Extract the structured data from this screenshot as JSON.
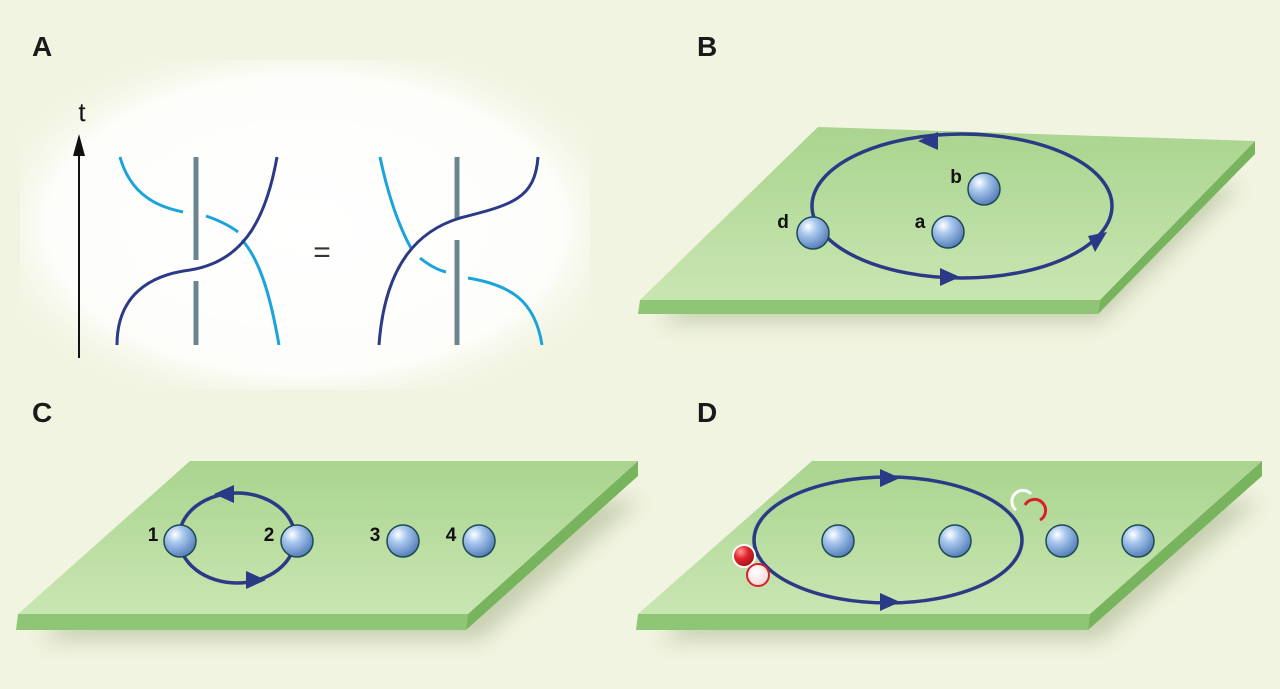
{
  "panels": {
    "A": {
      "letter": "A",
      "axis_label": "t",
      "equals_sign": "="
    },
    "B": {
      "letter": "B",
      "particles": [
        "b",
        "a",
        "d"
      ]
    },
    "C": {
      "letter": "C",
      "particles": [
        "1",
        "2",
        "3",
        "4"
      ]
    },
    "D": {
      "letter": "D"
    }
  },
  "colors": {
    "background": "#f1f4e0",
    "plane_top": "#b8dd9f",
    "plane_side": "#8fc676",
    "dark_strand": "#2b3a86",
    "light_strand": "#1aa3dc",
    "worldline": "#6a8590",
    "orbit": "#2b3a86",
    "particle": "#8db2e0",
    "red_marker": "#d8202a"
  }
}
